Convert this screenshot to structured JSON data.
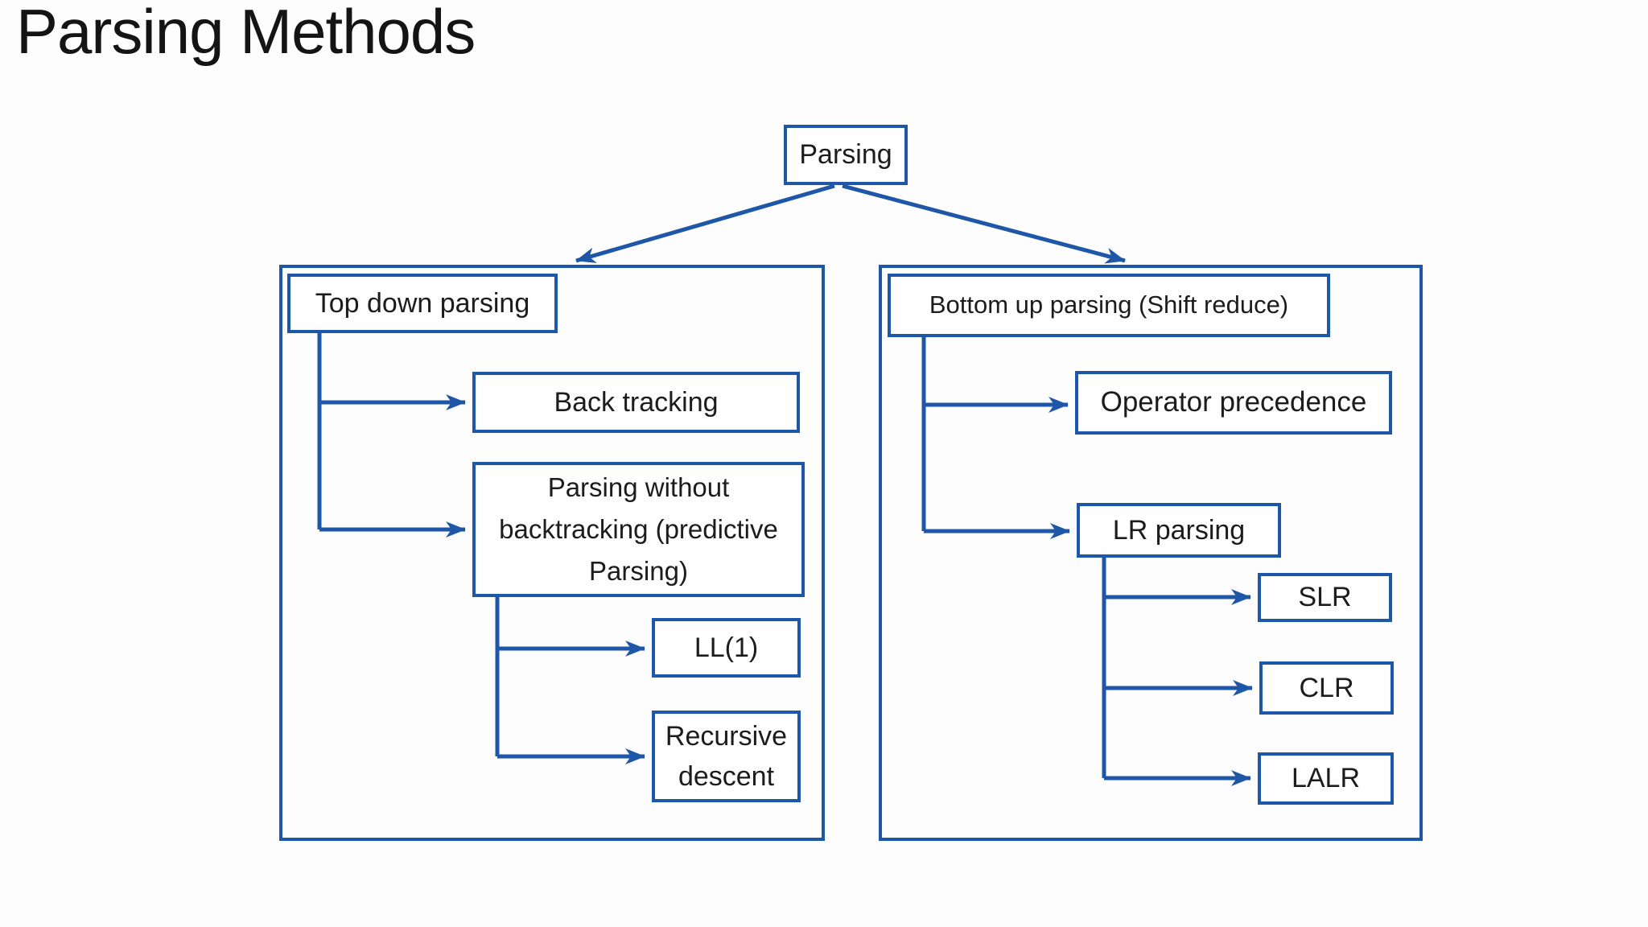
{
  "slide_title": "Parsing Methods",
  "colors": {
    "accent": "#1f57a8",
    "background": "#fdfdfd",
    "box_fill": "#fefefe",
    "text": "#1c1c1c",
    "title_text": "#141414"
  },
  "diagram": {
    "root": {
      "label": "Parsing"
    },
    "branches": [
      {
        "header": "Top down parsing",
        "children": [
          {
            "label": "Back tracking"
          },
          {
            "label": "Parsing without backtracking (predictive Parsing)",
            "children": [
              {
                "label": "LL(1)"
              },
              {
                "label": "Recursive descent"
              }
            ]
          }
        ]
      },
      {
        "header": "Bottom up parsing (Shift reduce)",
        "children": [
          {
            "label": "Operator precedence"
          },
          {
            "label": "LR parsing",
            "children": [
              {
                "label": "SLR"
              },
              {
                "label": "CLR"
              },
              {
                "label": "LALR"
              }
            ]
          }
        ]
      }
    ]
  }
}
